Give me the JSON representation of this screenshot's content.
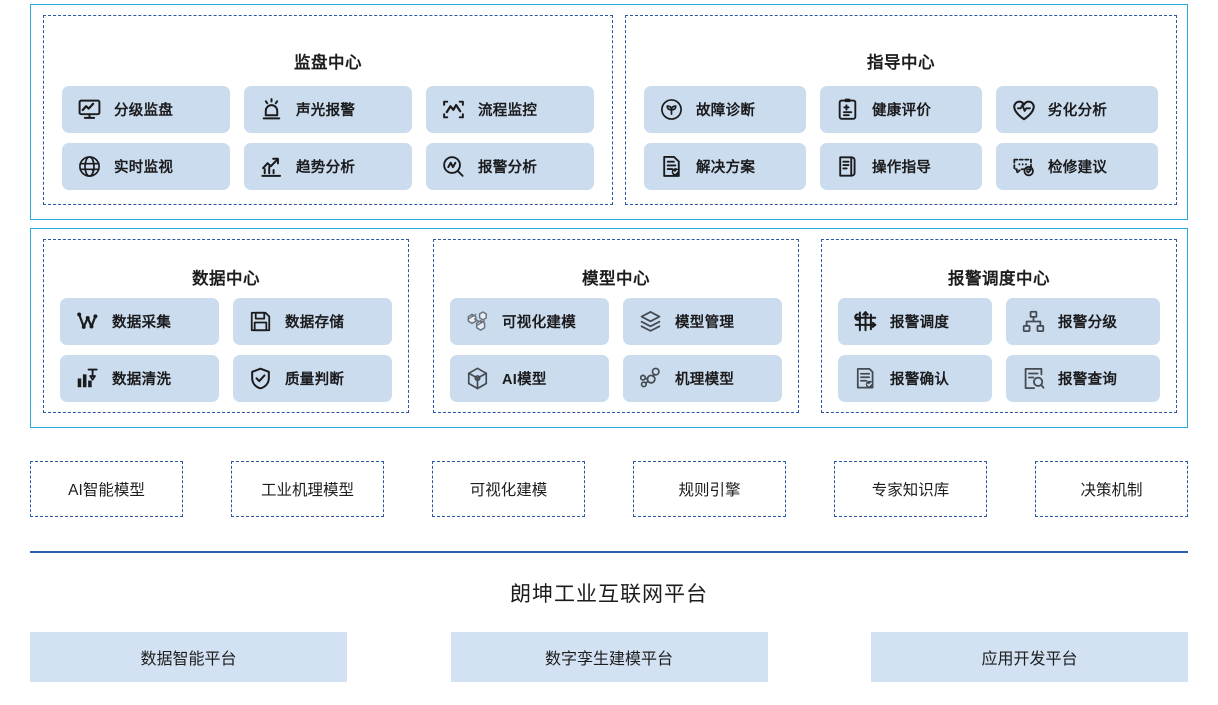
{
  "colors": {
    "outer_border": "#29abe2",
    "panel_border": "#2b57a6",
    "chip_bg": "#cadced",
    "platform_bg": "#d2e2f2",
    "divider": "#2b62b0",
    "text": "#1d1d1f"
  },
  "rows": [
    {
      "id": "outer-row-1",
      "panels": [
        {
          "id": "panel-jpzx",
          "title": "监盘中心",
          "columns": 3,
          "chips": [
            {
              "label": "分级监盘",
              "icon": "monitor-chart-icon"
            },
            {
              "label": "声光报警",
              "icon": "alarm-lamp-icon"
            },
            {
              "label": "流程监控",
              "icon": "process-monitor-icon"
            },
            {
              "label": "实时监视",
              "icon": "globe-icon"
            },
            {
              "label": "趋势分析",
              "icon": "trend-chart-icon"
            },
            {
              "label": "报警分析",
              "icon": "alarm-search-icon"
            }
          ]
        },
        {
          "id": "panel-zdzx",
          "title": "指导中心",
          "columns": 3,
          "chips": [
            {
              "label": "故障诊断",
              "icon": "fault-diagnosis-icon"
            },
            {
              "label": "健康评价",
              "icon": "clipboard-health-icon"
            },
            {
              "label": "劣化分析",
              "icon": "heart-pulse-icon"
            },
            {
              "label": "解决方案",
              "icon": "document-check-icon"
            },
            {
              "label": "操作指导",
              "icon": "book-guide-icon"
            },
            {
              "label": "检修建议",
              "icon": "chat-check-icon"
            }
          ]
        }
      ]
    },
    {
      "id": "outer-row-2",
      "panels": [
        {
          "id": "panel-sjzx",
          "title": "数据中心",
          "columns": 2,
          "chips": [
            {
              "label": "数据采集",
              "icon": "data-collect-icon"
            },
            {
              "label": "数据存储",
              "icon": "floppy-save-icon"
            },
            {
              "label": "数据清洗",
              "icon": "data-clean-icon"
            },
            {
              "label": "质量判断",
              "icon": "shield-check-icon"
            }
          ]
        },
        {
          "id": "panel-mxzx",
          "title": "模型中心",
          "columns": 2,
          "chips": [
            {
              "label": "可视化建模",
              "icon": "blocks-model-icon"
            },
            {
              "label": "模型管理",
              "icon": "layers-icon"
            },
            {
              "label": "AI模型",
              "icon": "cube-icon"
            },
            {
              "label": "机理模型",
              "icon": "graph-nodes-icon"
            }
          ]
        },
        {
          "id": "panel-bjzx",
          "title": "报警调度中心",
          "columns": 2,
          "chips": [
            {
              "label": "报警调度",
              "icon": "dispatch-arrows-icon"
            },
            {
              "label": "报警分级",
              "icon": "hierarchy-icon"
            },
            {
              "label": "报警确认",
              "icon": "list-check-icon"
            },
            {
              "label": "报警查询",
              "icon": "list-search-icon"
            }
          ]
        }
      ]
    }
  ],
  "capabilities": [
    {
      "label": "AI智能模型"
    },
    {
      "label": "工业机理模型"
    },
    {
      "label": "可视化建模"
    },
    {
      "label": "规则引擎"
    },
    {
      "label": "专家知识库"
    },
    {
      "label": "决策机制"
    }
  ],
  "platform": {
    "title": "朗坤工业互联网平台",
    "boxes": [
      {
        "label": "数据智能平台"
      },
      {
        "label": "数字孪生建模平台"
      },
      {
        "label": "应用开发平台"
      }
    ]
  }
}
